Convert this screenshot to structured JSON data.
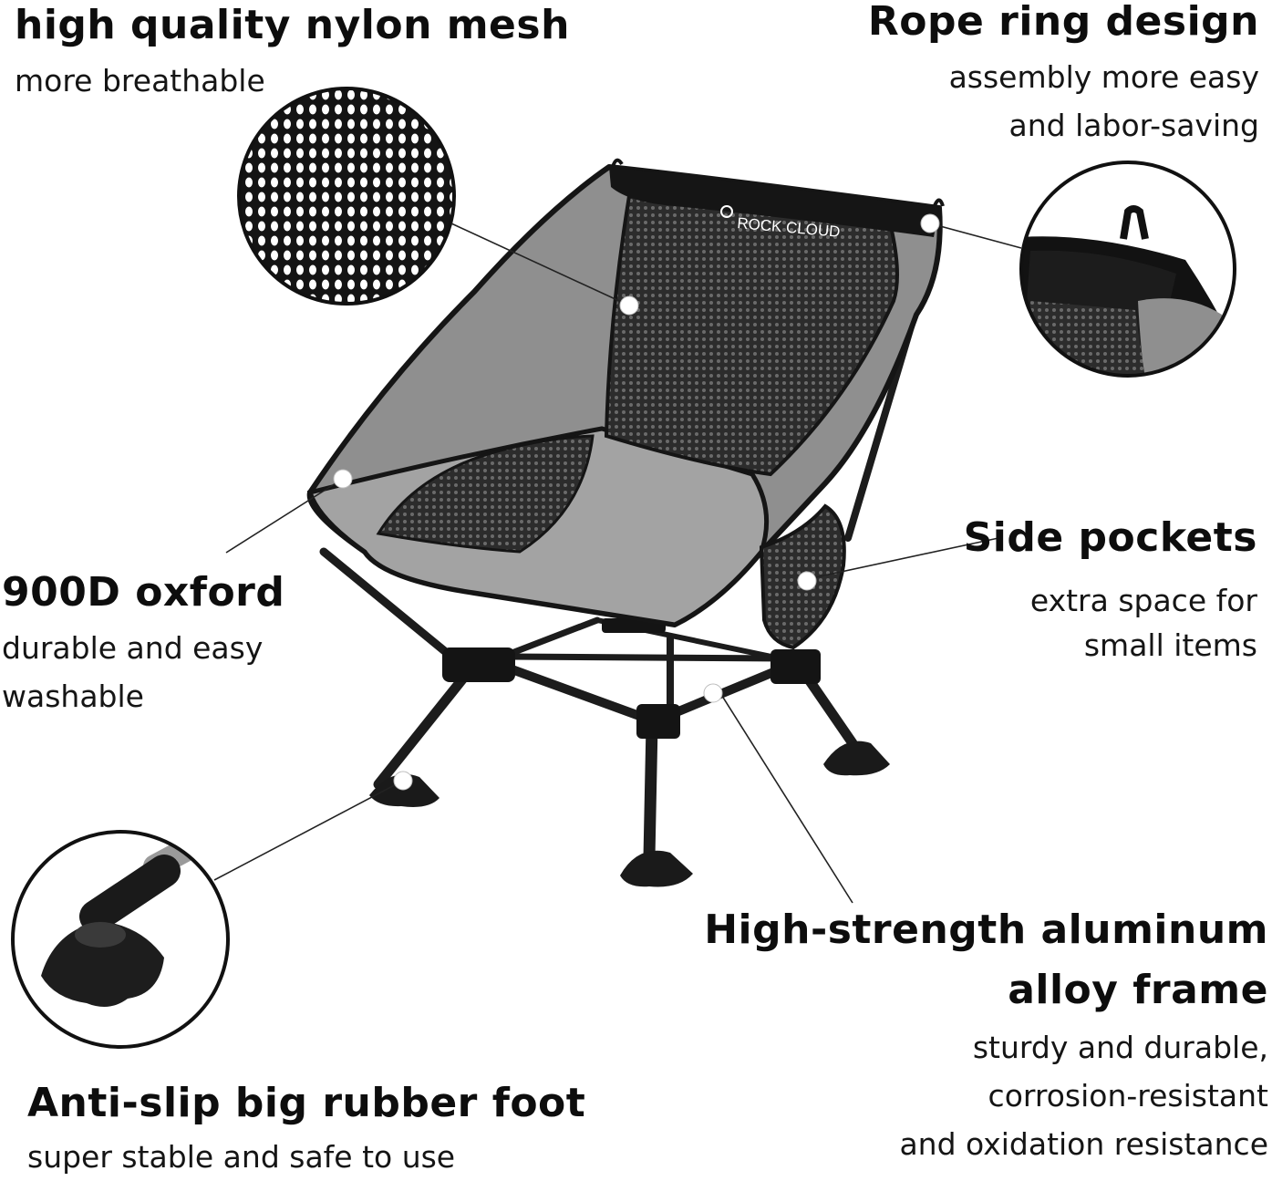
{
  "features": {
    "mesh": {
      "title": "high quality nylon mesh",
      "lines": [
        "more breathable"
      ]
    },
    "rope": {
      "title": "Rope ring design",
      "lines": [
        "assembly more easy",
        "and labor-saving"
      ]
    },
    "oxford": {
      "title": "900D oxford",
      "lines": [
        "durable and easy",
        "washable"
      ]
    },
    "pockets": {
      "title": "Side pockets",
      "lines": [
        "extra space for",
        "small items"
      ]
    },
    "frame": {
      "title_lines": [
        "High-strength aluminum",
        "alloy frame"
      ],
      "lines": [
        "sturdy and durable,",
        "corrosion-resistant",
        "and oxidation resistance"
      ]
    },
    "foot": {
      "title": "Anti-slip big rubber foot",
      "lines": [
        "super stable and safe to use"
      ]
    }
  },
  "brand": {
    "logo_text": "ROCK CLOUD"
  },
  "colors": {
    "fabric": "#8f8f8f",
    "fabric_light": "#a3a3a3",
    "mesh": "#2a2a2a",
    "frame": "#1c1c1c",
    "text": "#0d0d0d"
  }
}
